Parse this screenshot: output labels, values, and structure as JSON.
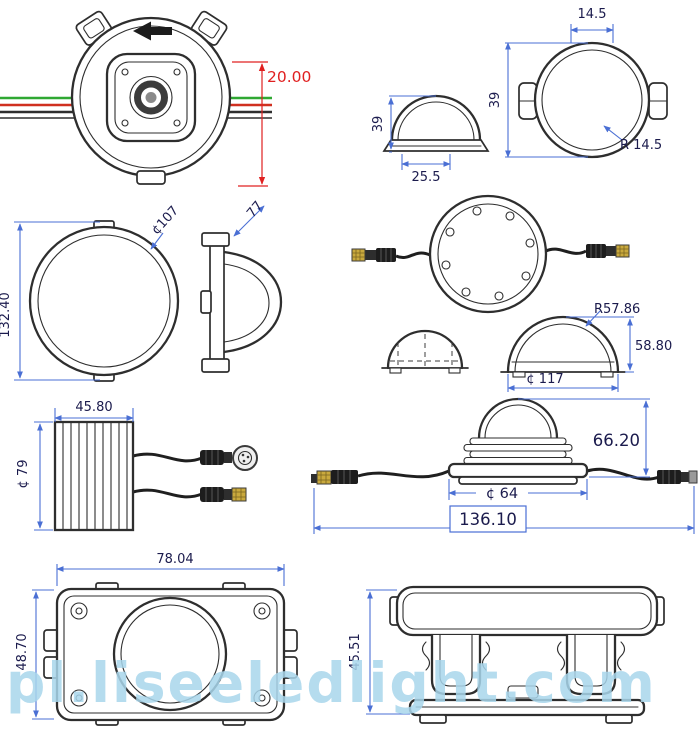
{
  "watermark": {
    "text": "pl.liseeledlight.com"
  },
  "colors": {
    "line_dark": "#2e2e2e",
    "dimension_blue": "#4a6fd4",
    "dimension_red": "#e02020",
    "wire_green": "#2fa832",
    "wire_red": "#d03020",
    "connector_yellow": "#c9a93d",
    "watermark_blue": "#a9d6ec"
  },
  "module_top_view": {
    "wire_pitch": "20.00"
  },
  "lens_side_view": {
    "height": "39",
    "base_width": "25.5"
  },
  "lens_front_view": {
    "flat_width": "14.5",
    "height": "39",
    "radius": "R 14.5"
  },
  "round_module_front": {
    "diameter": "¢107",
    "overall_height": "132.40"
  },
  "round_module_side": {
    "depth": "77"
  },
  "dome_detail": {
    "radius": "R57.86",
    "height": "58.80",
    "diameter": "¢ 117"
  },
  "heatsink_module": {
    "width": "45.80",
    "diameter": "¢ 79"
  },
  "point_module": {
    "height": "66.20",
    "diameter": "¢ 64",
    "overall_length": "136.10"
  },
  "rect_module_front": {
    "width": "78.04",
    "height": "48.70"
  },
  "rect_module_side": {
    "height": "45.51"
  }
}
